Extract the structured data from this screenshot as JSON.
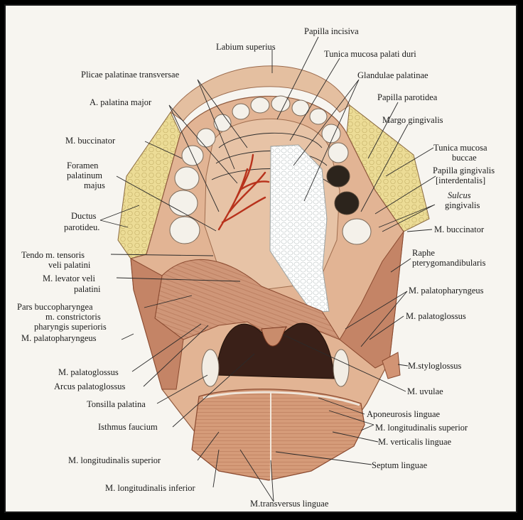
{
  "labels": {
    "papilla_incisiva": "Papilla incisiva",
    "labium_superius": "Labium superius",
    "tunica_mucosa_palati_duri": "Tunica mucosa palati duri",
    "glandulae_palatinae": "Glandulae palatinae",
    "plicae_palatinae_transversae": "Plicae palatinae transversae",
    "a_palatina_major": "A. palatina major",
    "papilla_parotidea": "Papilla parotidea",
    "margo_gingivalis": "Margo gingivalis",
    "m_buccinator_left": "M. buccinator",
    "tunica_mucosa_buccae_1": "Tunica mucosa",
    "tunica_mucosa_buccae_2": "buccae",
    "foramen_1": "Foramen",
    "foramen_2": "palatinum",
    "foramen_3": "majus",
    "papilla_gingivalis_1": "Papilla gingivalis",
    "papilla_gingivalis_2": "[interdentalis]",
    "sulcus_1": "Sulcus",
    "sulcus_2": "gingivalis",
    "ductus_1": "Ductus",
    "ductus_2": "parotideu.",
    "m_buccinator_right": "M. buccinator",
    "tendo_1": "Tendo m. tensoris",
    "tendo_2": "veli palatini",
    "raphe_1": "Raphe",
    "raphe_2": "pterygomandibularis",
    "levator_1": "M. levator veli",
    "levator_2": "palatini",
    "palatopharyngeus_right": "M. palatopharyngeus",
    "pars_1": "Pars buccopharyngea",
    "pars_2": "m. constrictoris",
    "pars_3": "pharyngis superioris",
    "palatoglossus_right": "M. palatoglossus",
    "palatopharyngeus_left": "M. palatopharyngeus",
    "styloglossus": "M.styloglossus",
    "palatoglossus_left": "M. palatoglossus",
    "uvulae": "M. uvulae",
    "arcus_palatoglossus": "Arcus palatoglossus",
    "tonsilla_palatina": "Tonsilla palatina",
    "aponeurosis_linguae": "Aponeurosis linguae",
    "isthmus_faucium": "Isthmus faucium",
    "long_superior_right": "M. longitudinalis superior",
    "verticalis_linguae": "M. verticalis linguae",
    "long_superior_left": "M. longitudinalis superior",
    "septum_linguae": "Septum linguae",
    "long_inferior": "M. longitudinalis inferior",
    "transversus_linguae": "M.transversus linguae"
  },
  "colors": {
    "muscle": "#c98c6c",
    "muscle_dark": "#8a4a30",
    "mucosa": "#e8c2a4",
    "tooth": "#f4f1ea",
    "gland": "#fbfbf6",
    "fat": "#ecdc96",
    "cavity": "#3a2018",
    "artery": "#b8321c"
  }
}
